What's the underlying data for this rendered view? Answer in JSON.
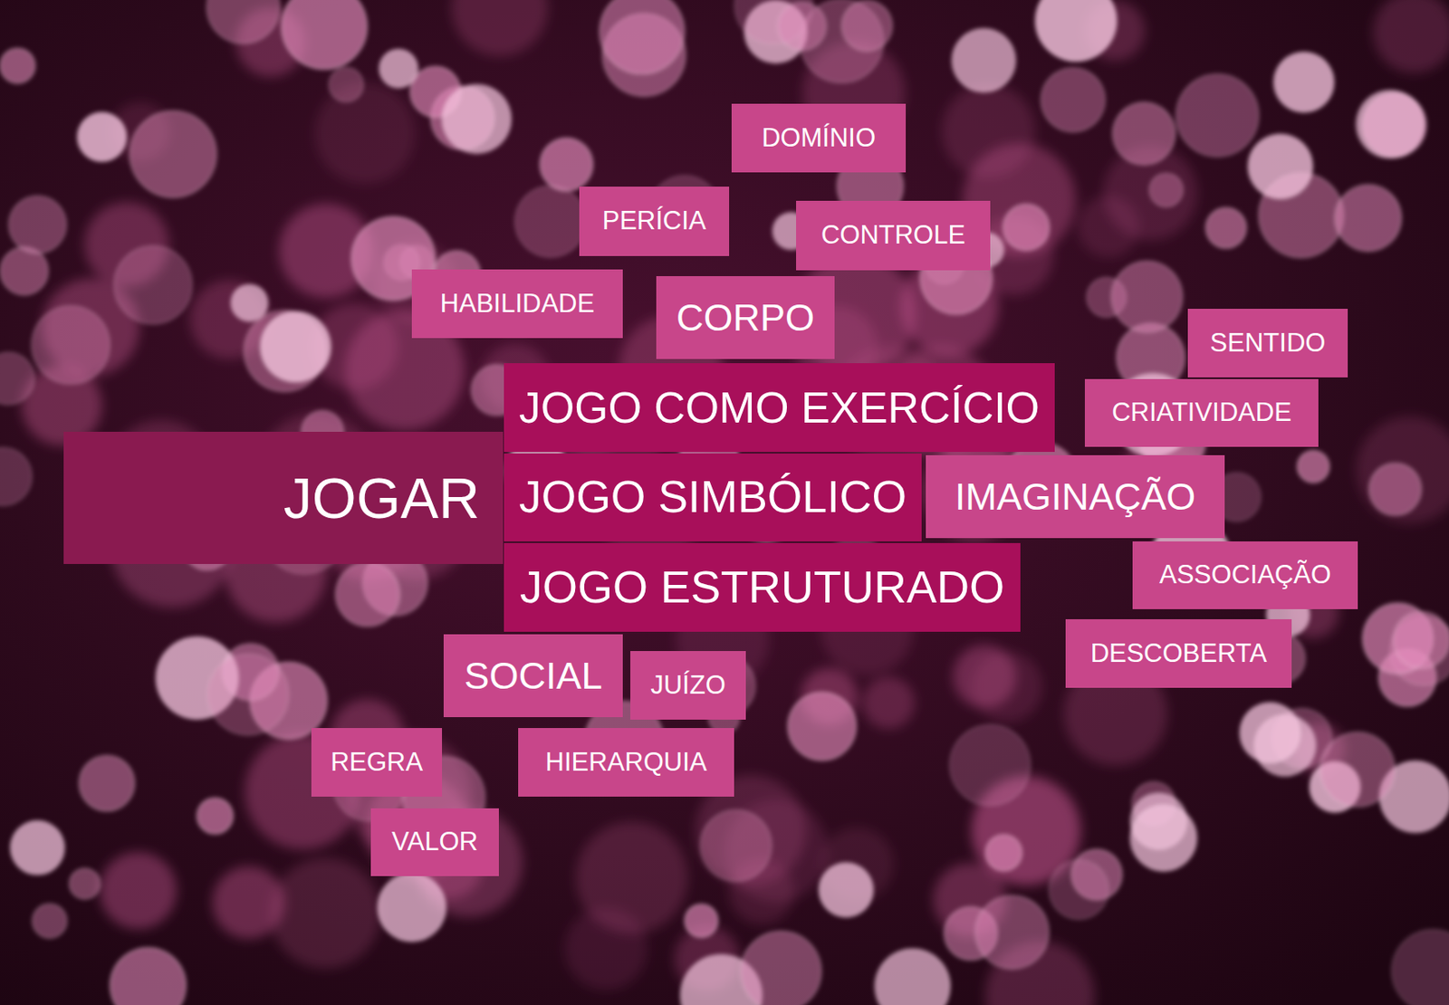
{
  "diagram": {
    "nodes": [
      {
        "text": [
          "DOMÍNIO"
        ]
      },
      {
        "text": [
          "PERÍCIA"
        ]
      },
      {
        "text": [
          "CONTROLE"
        ]
      },
      {
        "text": [
          "HABILIDADE"
        ]
      },
      {
        "text": [
          "CORPO"
        ]
      },
      {
        "text": [
          "SENTIDO"
        ]
      },
      {
        "text": [
          "JOGO COMO EXERCÍCIO"
        ]
      },
      {
        "text": [
          "CRIATIVIDADE"
        ]
      },
      {
        "text": [
          "JOGAR"
        ]
      },
      {
        "text": [
          "JOGO SIMBÓLICO"
        ]
      },
      {
        "text": [
          "IMAGINAÇÃO"
        ]
      },
      {
        "text": [
          "ASSOCIAÇÃO"
        ]
      },
      {
        "text": [
          "JOGO ESTRUTURADO"
        ]
      },
      {
        "text": [
          "DESCOBERTA"
        ]
      },
      {
        "text": [
          "SOCIAL"
        ]
      },
      {
        "text": [
          "JUÍZO"
        ]
      },
      {
        "text": [
          "REGRA"
        ]
      },
      {
        "text": [
          "HIERARQUIA"
        ]
      },
      {
        "text": [
          "VALOR"
        ]
      }
    ],
    "edges": []
  }
}
